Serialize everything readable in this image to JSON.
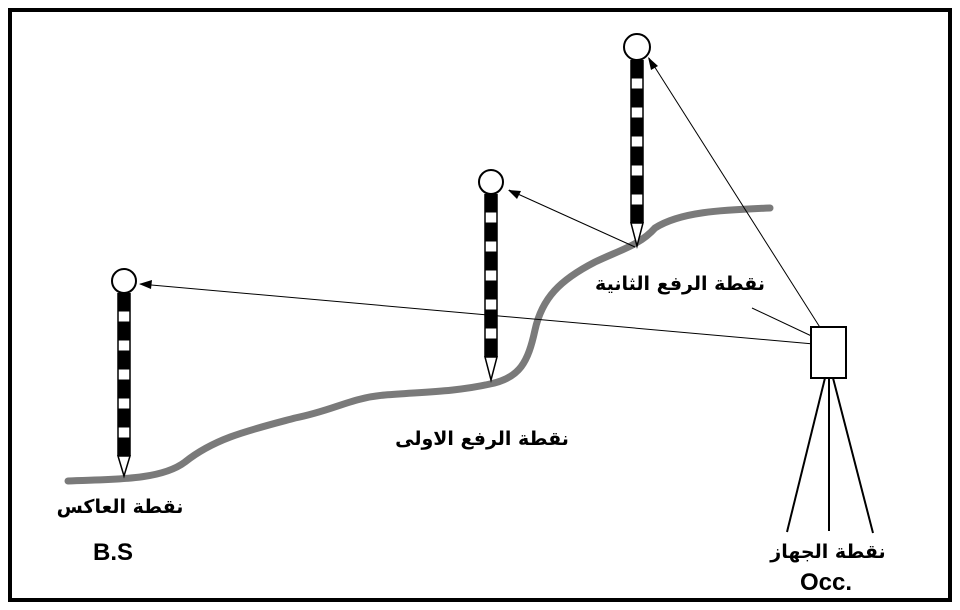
{
  "labels": {
    "backsight_ar": "نقطة العاكس",
    "backsight_en": "B.S",
    "first_point_ar": "نقطة الرفع الاولى",
    "second_point_ar": "نقطة الرفع الثانية",
    "instrument_ar": "نقطة الجهاز",
    "instrument_en": "Occ."
  },
  "colors": {
    "ground": "#7a7a7a",
    "frame": "#000000",
    "staff_dark": "#000000",
    "staff_light": "#ffffff"
  }
}
